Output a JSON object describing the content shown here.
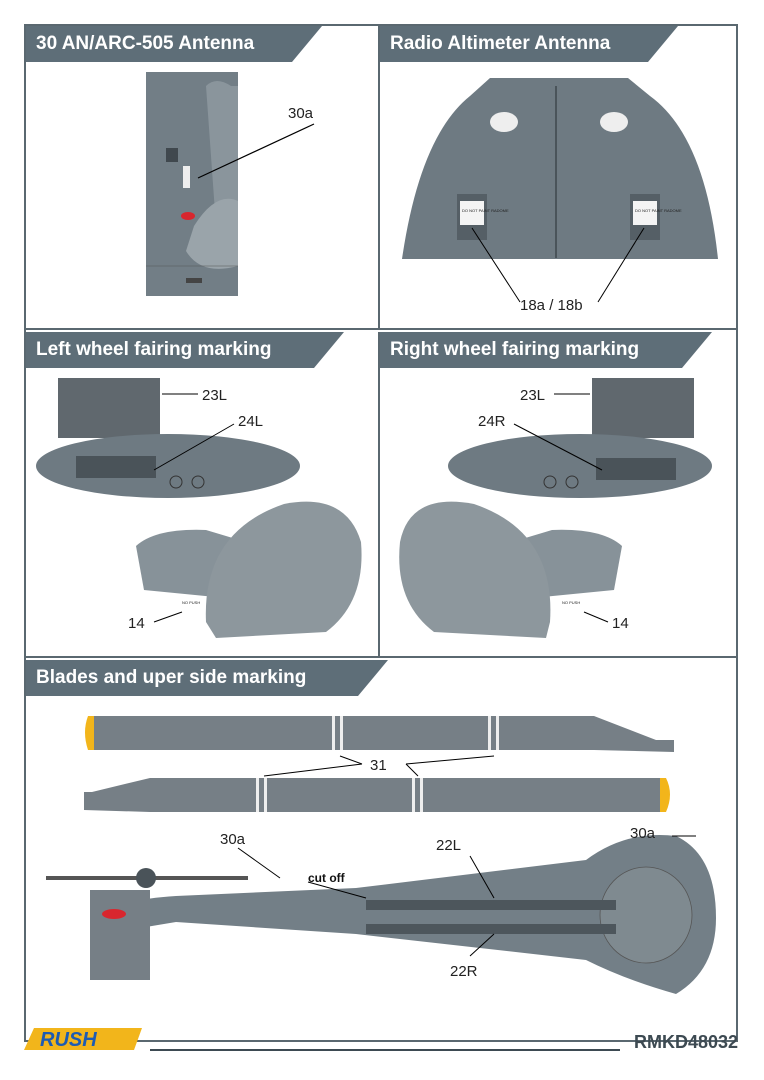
{
  "panels": {
    "antenna_505": {
      "title": "30 AN/ARC-505 Antenna",
      "callout": "30a"
    },
    "radio_alt": {
      "title": "Radio Altimeter Antenna",
      "callout": "18a / 18b",
      "stencil": "DO NOT PAINT RADOME"
    },
    "left_wheel": {
      "title": "Left wheel fairing marking",
      "c1": "23L",
      "c2": "24L",
      "c3": "14",
      "stencil": "NO PUSH"
    },
    "right_wheel": {
      "title": "Right wheel fairing marking",
      "c1": "23L",
      "c2": "24R",
      "c3": "14",
      "stencil": "NO PUSH"
    },
    "blades": {
      "title": "Blades and uper side marking",
      "c31": "31",
      "c30a_left": "30a",
      "c30a_right": "30a",
      "cutoff": "cut off",
      "c22l": "22L",
      "c22r": "22R"
    }
  },
  "footer": {
    "code": "RMKD48032",
    "logo": "RUSH"
  },
  "colors": {
    "header": "#5e6e78",
    "fuselage": "#737f87",
    "blade_tip": "#f2b51b",
    "red": "#d8262e"
  }
}
